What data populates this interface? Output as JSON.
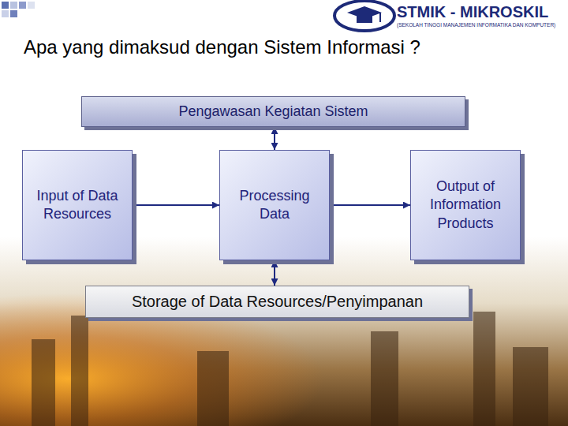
{
  "diagram": {
    "title": "Apa yang dimaksud dengan Sistem Informasi ?",
    "nodes": [
      {
        "text": [
          "Pengawasan Kegiatan Sistem"
        ]
      },
      {
        "text": [
          "Input of Data Resources"
        ]
      },
      {
        "text": [
          "Processing Data"
        ]
      },
      {
        "text": [
          "Output of Information Products"
        ]
      },
      {
        "text": [
          "Storage of Data Resources/Penyimpanan"
        ]
      }
    ],
    "edges": [
      {
        "from": 1,
        "to": 2,
        "arrow": "to"
      },
      {
        "from": 2,
        "to": 3,
        "arrow": "to"
      },
      {
        "from": 0,
        "to": 2,
        "arrow": "both"
      },
      {
        "from": 2,
        "to": 4,
        "arrow": "both"
      }
    ],
    "labels": [
      "STMIK - MIKROSKIL",
      "(SEKOLAH TINGGI MANAJEMEN INFORMATIKA DAN KOMPUTER)"
    ]
  }
}
